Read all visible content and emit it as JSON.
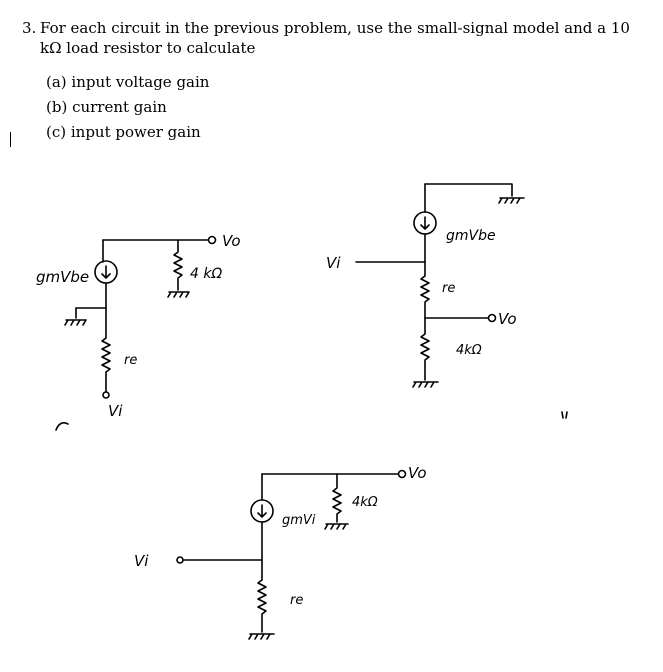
{
  "problem": {
    "number": "3.",
    "statement": "For each circuit in the previous problem, use the small-signal model and a 10 kΩ load resistor to calculate",
    "parts": [
      {
        "label": "(a) input voltage gain"
      },
      {
        "label": "(b) current gain"
      },
      {
        "label": "(c) input power gain"
      }
    ]
  },
  "sketch": {
    "circuit1": {
      "source_label": "gmVbe",
      "output_label": "Vo",
      "load_label": "4 kΩ",
      "re_label": "re",
      "input_label": "Vi"
    },
    "circuit2": {
      "input_label": "Vi",
      "source_label": "gmVbe",
      "re_label": "re",
      "output_label": "Vo",
      "load_label": "4kΩ"
    },
    "circuit3": {
      "output_label": "Vo",
      "load_label": "4kΩ",
      "source_label": "gmVi",
      "input_label": "Vi",
      "re_label": "re"
    }
  }
}
